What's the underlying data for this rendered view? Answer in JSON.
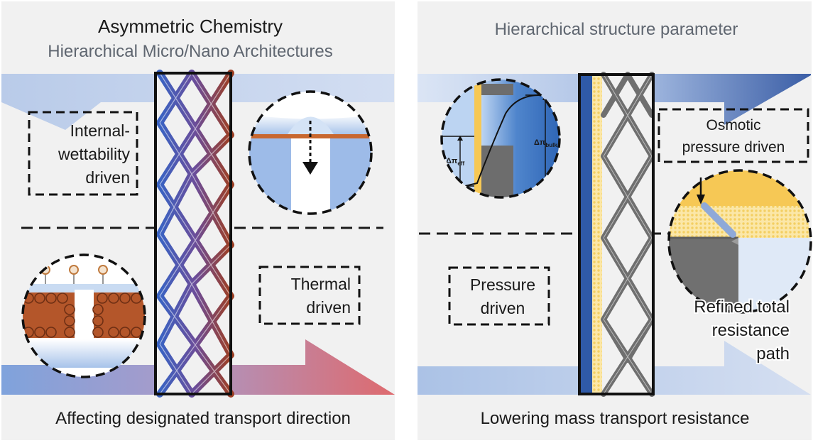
{
  "left_panel": {
    "title": "Asymmetric Chemistry",
    "subtitle": "Hierarchical Micro/Nano Architectures",
    "label_wettability": [
      "Internal-",
      "wettability",
      "driven"
    ],
    "label_thermal": [
      "Thermal",
      "driven"
    ],
    "caption": "Affecting designated transport direction"
  },
  "right_panel": {
    "title": "Hierarchical structure parameter",
    "label_osmotic": [
      "Osmotic",
      "pressure driven"
    ],
    "label_pressure": [
      "Pressure",
      "driven"
    ],
    "label_resistance": [
      "Refined total",
      "resistance",
      "path"
    ],
    "inset_delta_eff": "Δπ",
    "inset_delta_eff_sub": "eff",
    "inset_delta_bulk": "Δπ",
    "inset_delta_bulk_sub": "bulk",
    "caption": "Lowering mass transport resistance"
  },
  "colors": {
    "panel_bg": "#f1f1f1",
    "arrow_blue_light": "#c3d3ed",
    "arrow_blue_dark": "#3a5fa6",
    "arrow_red": "#d86a70",
    "mesh_blue": "#3c64c0",
    "mesh_brown": "#9a3e24",
    "mesh_gray": "#6f6f6f",
    "dark_blue": "#2f5aa8",
    "yellow": "#f6c855",
    "copper": "#b4562a"
  }
}
